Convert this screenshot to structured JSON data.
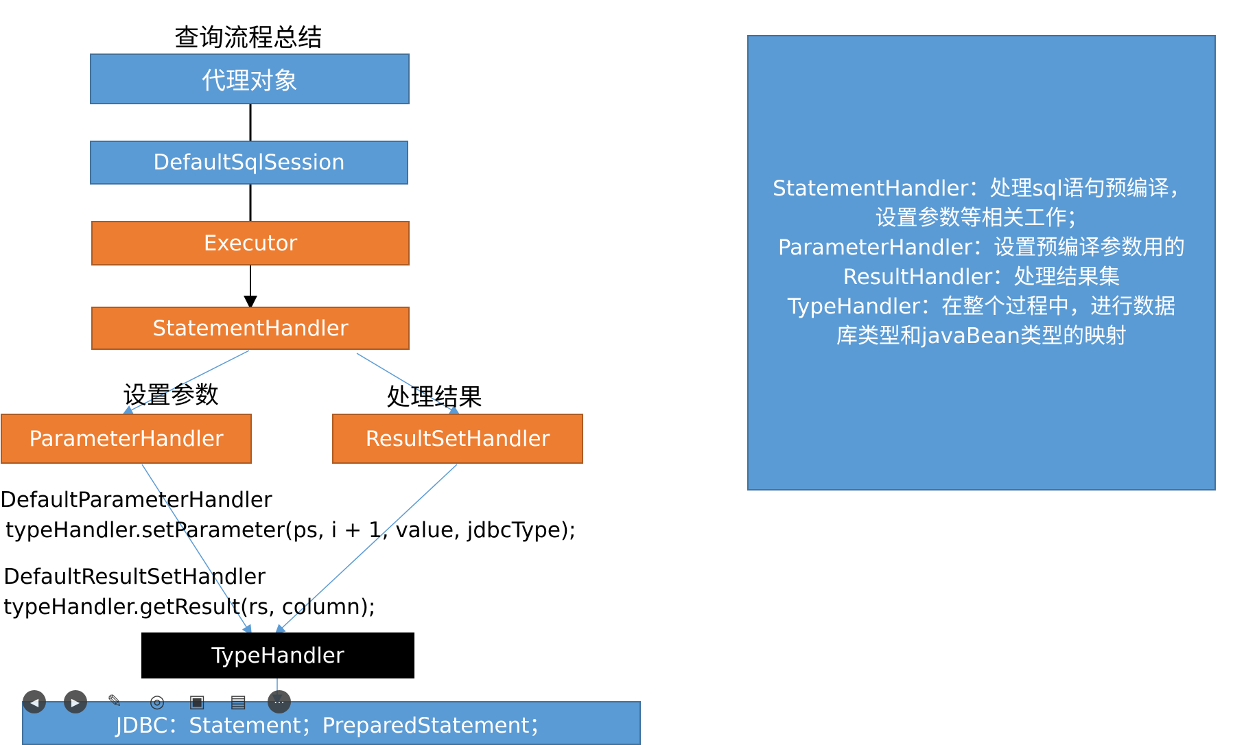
{
  "title": "查询流程总结",
  "nodes": {
    "proxy": "代理对象",
    "session": "DefaultSqlSession",
    "executor": "Executor",
    "statement": "StatementHandler",
    "parameter": "ParameterHandler",
    "resultset": "ResultSetHandler",
    "typehandler": "TypeHandler",
    "jdbc": "JDBC：Statement；PreparedStatement；"
  },
  "edge_labels": {
    "set_params": "设置参数",
    "handle_result": "处理结果"
  },
  "code": {
    "param_class": "DefaultParameterHandler",
    "param_call": "typeHandler.setParameter(ps, i + 1, value, jdbcType);",
    "result_class": "DefaultResultSetHandler",
    "result_call": "typeHandler.getResult(rs, column);"
  },
  "note_lines": [
    "StatementHandler：处理sql语句预编译，",
    "设置参数等相关工作；",
    "ParameterHandler：设置预编译参数用的",
    "ResultHandler：处理结果集",
    "TypeHandler：在整个过程中，进行数据",
    "库类型和javaBean类型的映射"
  ],
  "toolbar": {
    "prev": "previous-icon",
    "next": "next-icon",
    "pen": "pen-icon",
    "focus": "focus-icon",
    "camera": "video-camera-icon",
    "subtitles": "subtitles-icon",
    "more": "more-icon"
  },
  "colors": {
    "blue": "#5b9bd5",
    "orange": "#ed7d31",
    "black": "#000000",
    "connector": "#5b9bd5"
  }
}
